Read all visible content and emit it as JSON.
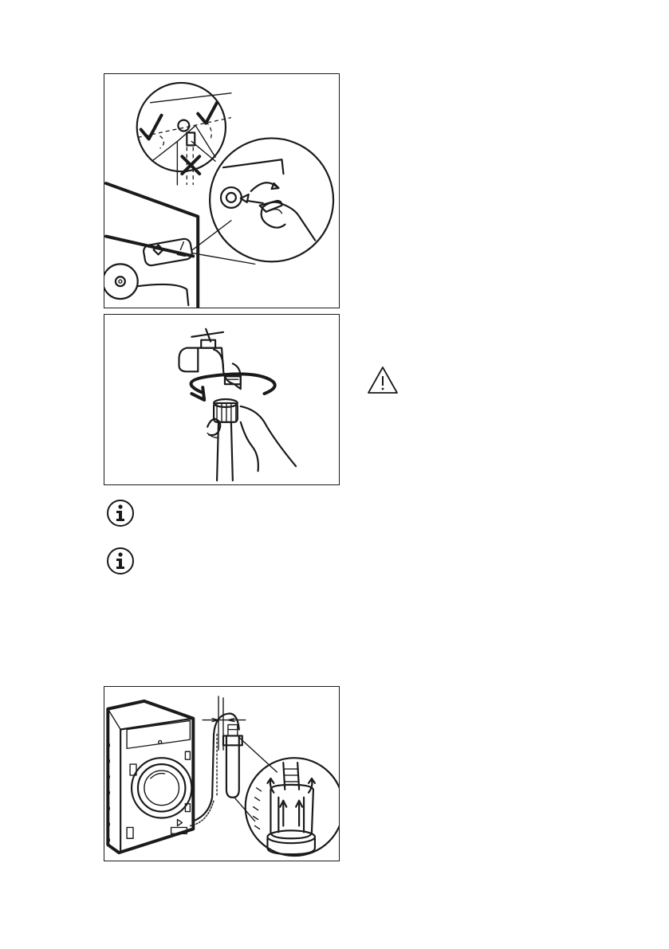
{
  "figures": [
    {
      "id": "inlet-hose-connection",
      "marks": [
        "check",
        "check",
        "cross"
      ]
    },
    {
      "id": "tap-connection"
    },
    {
      "id": "drain-hose-standpipe"
    }
  ],
  "icons": {
    "info": "info-icon",
    "warning": "warning-icon"
  },
  "colors": {
    "ink": "#1a1a1a",
    "paper": "#ffffff"
  }
}
